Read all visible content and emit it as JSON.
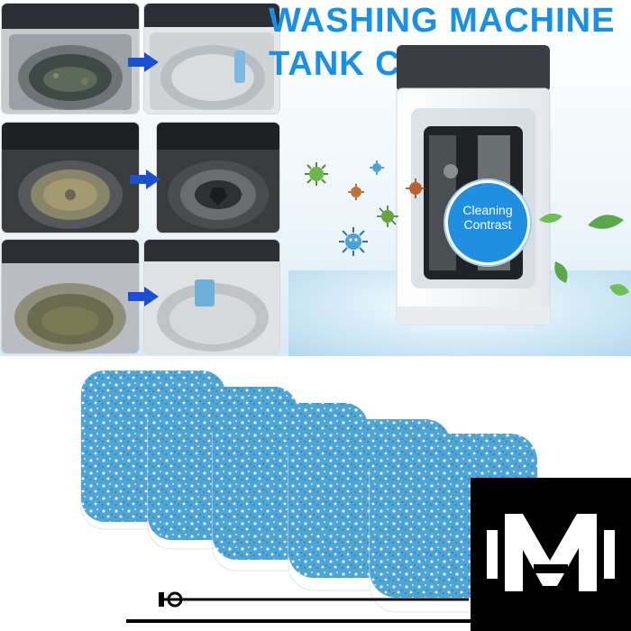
{
  "title": {
    "line1": "WASHING MACHINE",
    "line2": "TANK CLEANER"
  },
  "badge": {
    "line1": "Cleaning",
    "line2": "Contrast"
  },
  "colors": {
    "title_blue": "#1a8fe6",
    "badge_blue": "#1f8fe0",
    "tablet_blue": "#4fa4d6",
    "arrow_blue": "#1d4fd1"
  },
  "icons": [
    "arrow-right-icon",
    "germ-icon",
    "leaf-icon",
    "brand-logo"
  ]
}
